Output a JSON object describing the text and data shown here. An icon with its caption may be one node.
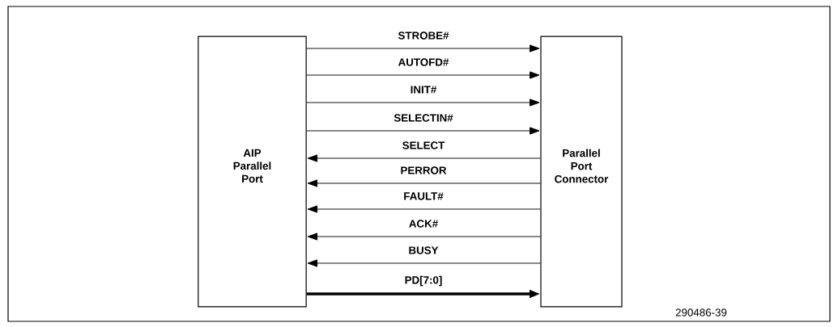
{
  "diagram": {
    "nodes": [
      {
        "text": [
          "AIP Parallel Port"
        ]
      },
      {
        "text": [
          "Parallel Port Connector"
        ]
      }
    ],
    "edges": [
      {
        "from": 0,
        "to": 1,
        "arrow": "to",
        "label": "STROBE#"
      },
      {
        "from": 0,
        "to": 1,
        "arrow": "to",
        "label": "AUTOFD#"
      },
      {
        "from": 0,
        "to": 1,
        "arrow": "to",
        "label": "INIT#"
      },
      {
        "from": 0,
        "to": 1,
        "arrow": "to",
        "label": "SELECTIN#"
      },
      {
        "from": 1,
        "to": 0,
        "arrow": "to",
        "label": "SELECT"
      },
      {
        "from": 1,
        "to": 0,
        "arrow": "to",
        "label": "PERROR"
      },
      {
        "from": 1,
        "to": 0,
        "arrow": "to",
        "label": "FAULT#"
      },
      {
        "from": 1,
        "to": 0,
        "arrow": "to",
        "label": "ACK#"
      },
      {
        "from": 1,
        "to": 0,
        "arrow": "to",
        "label": "BUSY"
      },
      {
        "from": 0,
        "to": 1,
        "arrow": "to",
        "label": "PD[7:0]",
        "style": "thick"
      }
    ],
    "labels": [
      "290486-39"
    ]
  }
}
